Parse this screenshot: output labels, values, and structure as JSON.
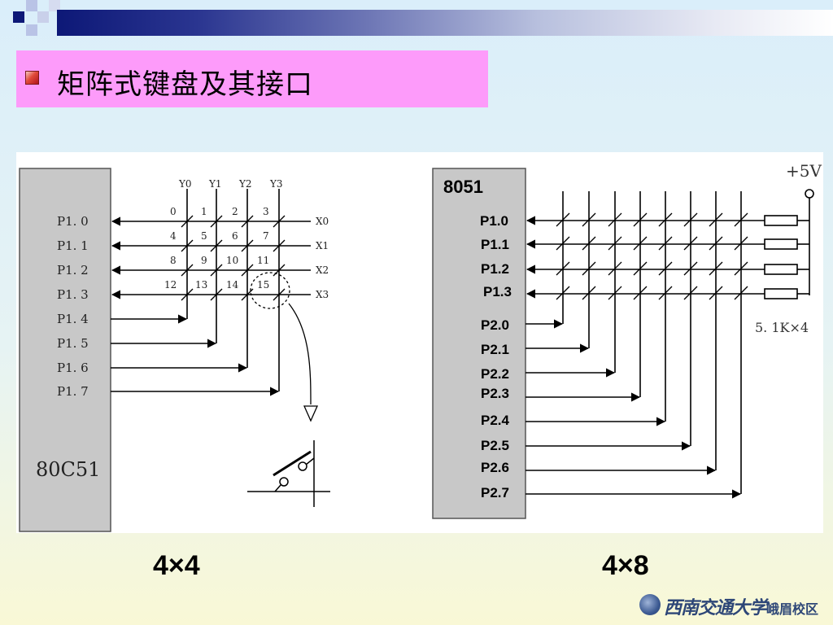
{
  "slide": {
    "title": "矩阵式键盘及其接口",
    "footer_school": "西南交通大学",
    "footer_campus": "峨眉校区"
  },
  "diagram_left": {
    "chip_label": "80C51",
    "row_ports": [
      "P1. 0",
      "P1. 1",
      "P1. 2",
      "P1. 3"
    ],
    "col_ports": [
      "P1. 4",
      "P1. 5",
      "P1. 6",
      "P1. 7"
    ],
    "row_lines": [
      "X0",
      "X1",
      "X2",
      "X3"
    ],
    "col_lines": [
      "Y0",
      "Y1",
      "Y2",
      "Y3"
    ],
    "keys": [
      "0",
      "1",
      "2",
      "3",
      "4",
      "5",
      "6",
      "7",
      "8",
      "9",
      "10",
      "11",
      "12",
      "13",
      "14",
      "15"
    ],
    "caption": "4×4"
  },
  "diagram_right": {
    "chip_label": "8051",
    "row_ports": [
      "P1.0",
      "P1.1",
      "P1.2",
      "P1.3"
    ],
    "col_ports": [
      "P2.0",
      "P2.1",
      "P2.2",
      "P2.3",
      "P2.4",
      "P2.5",
      "P2.6",
      "P2.7"
    ],
    "supply": "+5V",
    "resistor_label": "5. 1K×4",
    "caption": "4×8"
  },
  "colors": {
    "title_background": "#fd9bfa",
    "chip_fill": "#c8c8c8",
    "line": "#000000"
  }
}
